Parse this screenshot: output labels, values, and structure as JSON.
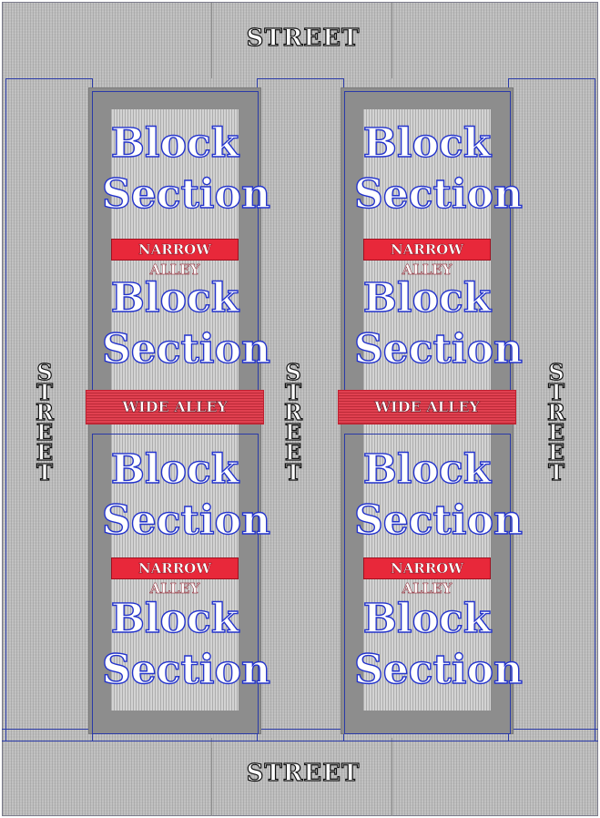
{
  "labels": {
    "street": "STREET",
    "block_line1": "Block",
    "block_line2": "Section",
    "narrow_alley": "NARROW ALLEY",
    "wide_alley": "WIDE ALLEY"
  },
  "colors": {
    "street_fill": "#bdbdbd",
    "block_fill": "#d3d3d3",
    "curb_fill": "#8d8d8d",
    "outline": "#2a3aa8",
    "block_text": "#2333cc",
    "alley_fill": "#e8283a",
    "street_text_outline": "#111111"
  }
}
